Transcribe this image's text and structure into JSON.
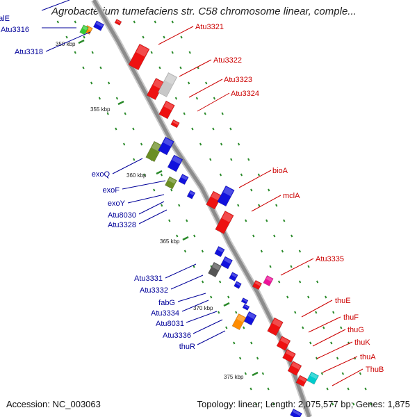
{
  "title": "Agrobacterium tumefaciens str. C58 chromosome linear, comple...",
  "footer": {
    "accession": "Accession: NC_003063",
    "summary": "Topology: linear; Length: 2,075,577 bp; Genes: 1,875"
  },
  "scale_labels": [
    "350 kbp",
    "355 kbp",
    "360 kbp",
    "365 kbp",
    "370 kbp",
    "375 kbp"
  ],
  "left_genes": [
    "galE",
    "Atu3316",
    "Atu3318",
    "exoQ",
    "exoF",
    "exoY",
    "Atu8030",
    "Atu3328",
    "Atu3331",
    "Atu3332",
    "fabG",
    "Atu3334",
    "Atu8031",
    "Atu3336",
    "thuR"
  ],
  "right_genes": [
    "Atu3321",
    "Atu3322",
    "Atu3323",
    "Atu3324",
    "bioA",
    "mclA",
    "Atu3335",
    "thuE",
    "thuF",
    "thuG",
    "thuK",
    "thuA",
    "ThuB"
  ],
  "colors": {
    "forward_label": "#cc0000",
    "reverse_label": "#000099",
    "forward_gene": "#ee1111",
    "reverse_gene": "#1111dd",
    "olive_gene": "#6b8e23",
    "grey_gene": "#c8c8c8",
    "dark_gene": "#555555",
    "orange_gene": "#ff8c00",
    "magenta_gene": "#ee1199",
    "cyan_gene": "#00cccc",
    "green_gene": "#33cc33",
    "backbone": "#8c8c8c",
    "dots": "#2a8a2a"
  }
}
